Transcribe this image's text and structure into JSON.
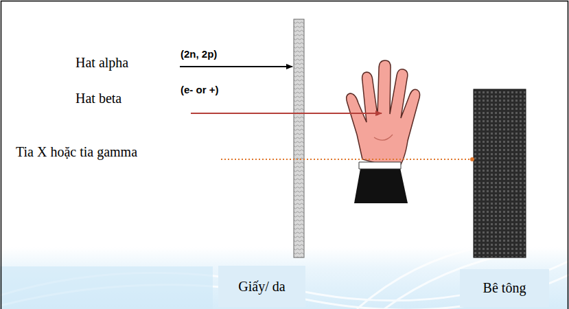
{
  "diagram": {
    "nodes": [
      {
        "text": [
          "Giấy/ da"
        ]
      },
      {
        "text": [
          "Bê tông"
        ]
      }
    ],
    "labels": [
      "Hat alpha",
      "(2n, 2p)",
      "Hat beta",
      "(e- or +)",
      "Tia X hoặc tia gamma"
    ]
  }
}
